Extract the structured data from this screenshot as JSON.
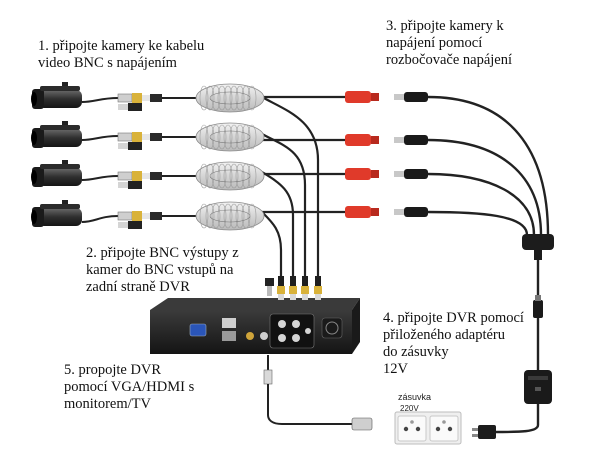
{
  "steps": {
    "step1": [
      "1. připojte kamery ke kabelu",
      "video BNC s napájením"
    ],
    "step2": [
      "2. připojte BNC výstupy z",
      "kamer do BNC vstupů na",
      "zadní straně DVR"
    ],
    "step3": [
      "3. připojte kamery k",
      "napájení pomocí",
      "rozbočovače napájení"
    ],
    "step4": [
      "4. připojte DVR pomocí",
      "přiloženého adaptéru",
      "do zásuvky",
      "12V"
    ],
    "step5": [
      "5. propojte DVR",
      "pomocí VGA/HDMI s",
      "monitorem/TV"
    ]
  },
  "outlet": {
    "title": "zásuvka",
    "voltage": "220V"
  },
  "colors": {
    "cable": "#222222",
    "bnc_gold": "#d9b23a",
    "red_plug": "#e03a2a",
    "camera_body": "#3a3a3a",
    "dvr_body": "#262626",
    "coil": "#d8d8d8"
  },
  "icons": {
    "camera": "bullet-camera-icon",
    "coil": "coiled-cable-icon",
    "splitter": "power-splitter-icon",
    "adapter": "power-adapter-icon",
    "dvr": "dvr-recorder-icon",
    "outlet": "wall-socket-icon"
  }
}
